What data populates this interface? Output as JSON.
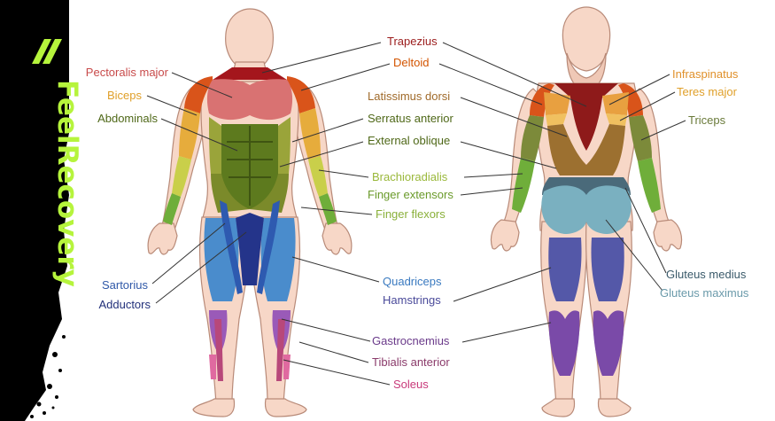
{
  "brand": {
    "text": "FeelRecovery",
    "logo_icon": "double-slash-logo-icon",
    "accent": "#b6f43c",
    "panel": "#000000"
  },
  "labels": {
    "trapezius": {
      "text": "Trapezius",
      "color": "#9b1c1c"
    },
    "deltoid": {
      "text": "Deltoid",
      "color": "#d35400"
    },
    "pectoralis_major": {
      "text": "Pectoralis major",
      "color": "#c84a4a"
    },
    "biceps": {
      "text": "Biceps",
      "color": "#e0a02a"
    },
    "abdominals": {
      "text": "Abdominals",
      "color": "#4f6818"
    },
    "latissimus_dorsi": {
      "text": "Latissimus dorsi",
      "color": "#a06a2a"
    },
    "serratus_anterior": {
      "text": "Serratus anterior",
      "color": "#4f6818"
    },
    "external_oblique": {
      "text": "External oblique",
      "color": "#4f6818"
    },
    "brachioradialis": {
      "text": "Brachioradialis",
      "color": "#9ab83a"
    },
    "finger_extensors": {
      "text": "Finger extensors",
      "color": "#6a9a2a"
    },
    "finger_flexors": {
      "text": "Finger flexors",
      "color": "#8ab03a"
    },
    "sartorius": {
      "text": "Sartorius",
      "color": "#2f58a8"
    },
    "adductors": {
      "text": "Adductors",
      "color": "#22307a"
    },
    "quadriceps": {
      "text": "Quadriceps",
      "color": "#3a7ac0"
    },
    "hamstrings": {
      "text": "Hamstrings",
      "color": "#4a4a9a"
    },
    "gastrocnemius": {
      "text": "Gastrocnemius",
      "color": "#6a3a8a"
    },
    "tibialis_anterior": {
      "text": "Tibialis anterior",
      "color": "#8a3a6a"
    },
    "soleus": {
      "text": "Soleus",
      "color": "#c83a7a"
    },
    "infraspinatus": {
      "text": "Infraspinatus",
      "color": "#e0902a"
    },
    "teres_major": {
      "text": "Teres major",
      "color": "#e0a02a"
    },
    "triceps": {
      "text": "Triceps",
      "color": "#6a7a3a"
    },
    "gluteus_medius": {
      "text": "Gluteus medius",
      "color": "#3a5a6a"
    },
    "gluteus_maximus": {
      "text": "Gluteus maximus",
      "color": "#6a9aaa"
    }
  }
}
